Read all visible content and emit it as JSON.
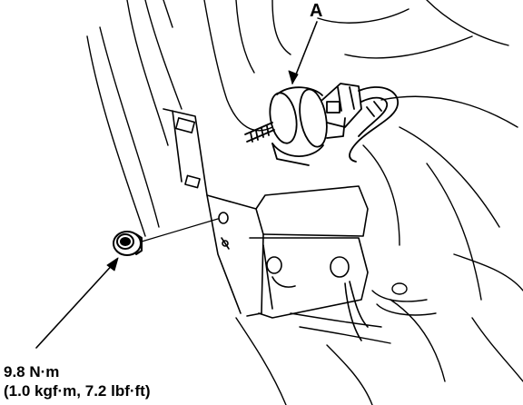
{
  "diagram": {
    "callout_label": "A",
    "torque_spec": {
      "line1": "9.8 N·m",
      "line2": "(1.0 kgf·m, 7.2 lbf·ft)"
    },
    "colors": {
      "ink": "#000000",
      "paper": "#ffffff"
    }
  }
}
